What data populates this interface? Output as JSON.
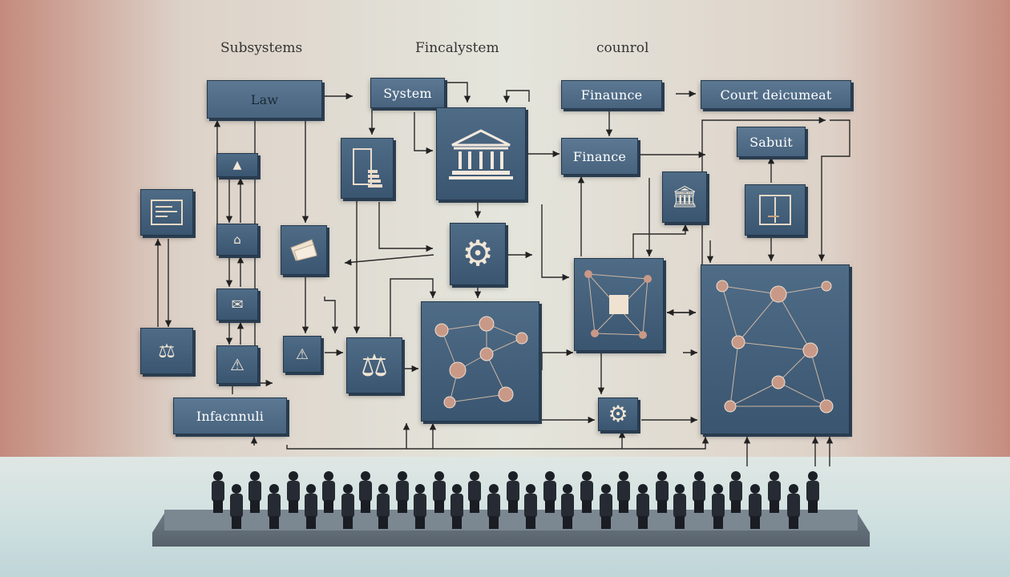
{
  "headings": {
    "h1": "Subsystems",
    "h2": "Fincalystem",
    "h3": "counrol"
  },
  "labels": {
    "law": "Law",
    "system": "System",
    "finance_top": "Finaunce",
    "court": "Court deicumeat",
    "finance_mid": "Finance",
    "sabuit": "Sabuit",
    "infac": "Infacnnuli"
  },
  "icons": {
    "bank": "bank-icon",
    "gear": "gear-icon",
    "scales": "scales-icon",
    "document": "document-icon",
    "network": "network-icon",
    "warning": "warning-icon",
    "people": "crowd-icon"
  },
  "colors": {
    "box": "#44607b",
    "line": "#2a2a2a",
    "accent": "#e2c6b4"
  }
}
